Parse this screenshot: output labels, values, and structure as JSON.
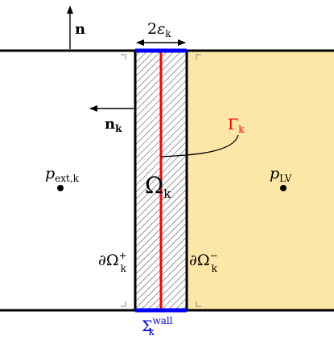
{
  "colors": {
    "lv_fill": "#fde7a6",
    "interface": "#ff0000",
    "wall": "#0000ff",
    "outline": "#000000",
    "hatch": "#555555"
  },
  "labels": {
    "normal_n": "n",
    "normal_nk": {
      "main": "n",
      "sub": "k"
    },
    "thickness": {
      "prefix": "2",
      "symbol": "ε",
      "sub": "k"
    },
    "gamma": {
      "main": "Γ",
      "sub": "k"
    },
    "p_ext": {
      "main": "p",
      "sub": "ext,k"
    },
    "p_lv": {
      "main": "p",
      "sub": "LV"
    },
    "omega": {
      "main": "Ω",
      "sub": "k"
    },
    "d_omega_plus": {
      "main": "∂Ω",
      "sub": "k",
      "sup": "+"
    },
    "d_omega_minus": {
      "main": "∂Ω",
      "sub": "k",
      "sup": "−"
    },
    "sigma_wall": {
      "main": "Σ",
      "sub": "k",
      "sup": "wall"
    }
  }
}
